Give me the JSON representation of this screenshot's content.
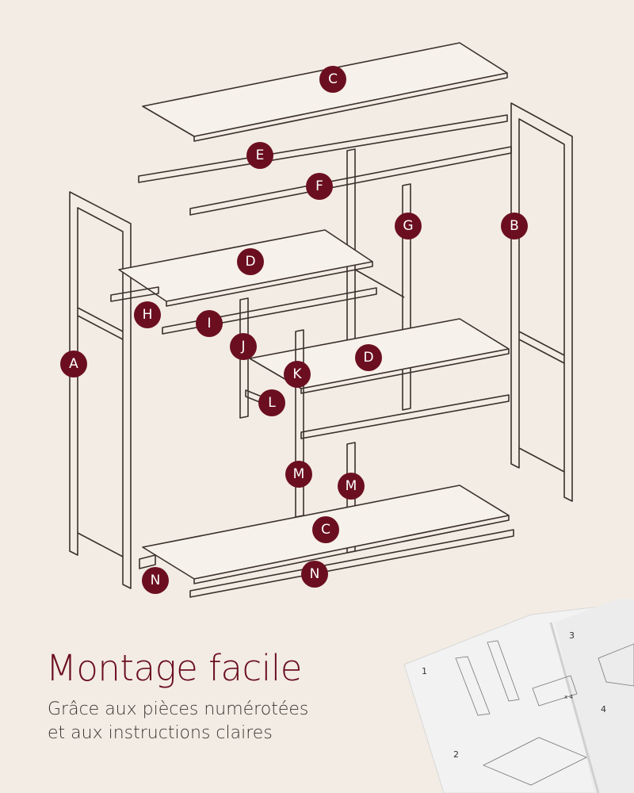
{
  "heading": {
    "title": "Montage facile",
    "subtitle_line1": "Grâce aux pièces numérotées",
    "subtitle_line2": "et aux instructions claires"
  },
  "parts": {
    "labels": [
      "A",
      "B",
      "C",
      "D",
      "E",
      "F",
      "G",
      "H",
      "I",
      "J",
      "K",
      "L",
      "M",
      "N"
    ]
  },
  "manual": {
    "step_numbers": [
      "1",
      "2",
      "3",
      "4"
    ],
    "quantity_label": "x 4"
  },
  "colors": {
    "background": "#f3ece4",
    "accent": "#6b0f20",
    "line": "#3b302c"
  }
}
